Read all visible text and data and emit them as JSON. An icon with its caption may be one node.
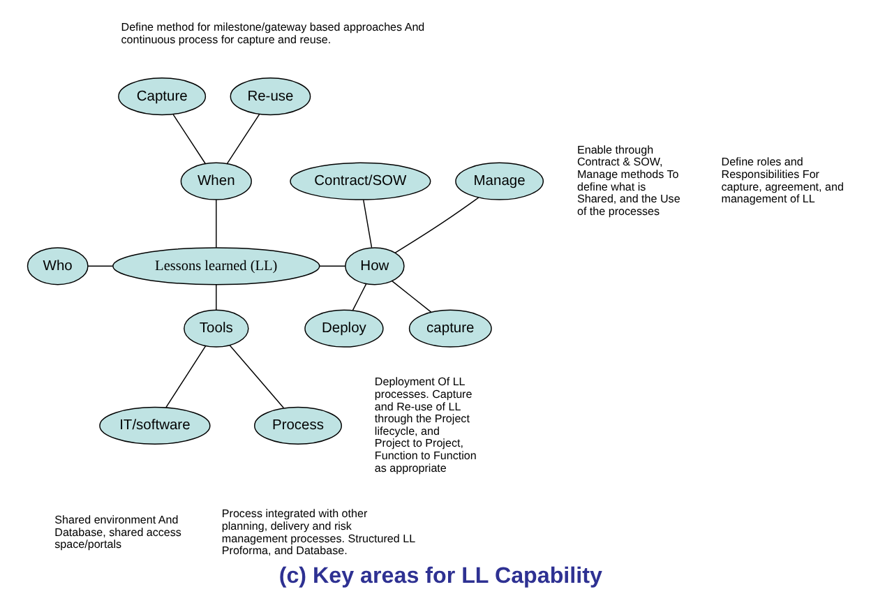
{
  "diagram": {
    "caption": "(c) Key areas for LL Capability",
    "nodes": [
      {
        "text": [
          "Capture"
        ]
      },
      {
        "text": [
          "Re-use"
        ]
      },
      {
        "text": [
          "When"
        ]
      },
      {
        "text": [
          "Contract/SOW"
        ]
      },
      {
        "text": [
          "Manage"
        ]
      },
      {
        "text": [
          "Who"
        ]
      },
      {
        "text": [
          "Lessons learned (LL)"
        ]
      },
      {
        "text": [
          "How"
        ]
      },
      {
        "text": [
          "Deploy"
        ]
      },
      {
        "text": [
          "Tools"
        ]
      },
      {
        "text": [
          "capture"
        ]
      },
      {
        "text": [
          "IT/software"
        ]
      },
      {
        "text": [
          "Process"
        ]
      }
    ],
    "edges": [
      {
        "from": 0,
        "to": 2,
        "arrow": "none"
      },
      {
        "from": 1,
        "to": 2,
        "arrow": "none"
      },
      {
        "from": 2,
        "to": 6,
        "arrow": "none"
      },
      {
        "from": 5,
        "to": 6,
        "arrow": "none"
      },
      {
        "from": 6,
        "to": 7,
        "arrow": "none"
      },
      {
        "from": 3,
        "to": 7,
        "arrow": "none"
      },
      {
        "from": 4,
        "to": 7,
        "arrow": "none"
      },
      {
        "from": 7,
        "to": 8,
        "arrow": "none"
      },
      {
        "from": 7,
        "to": 10,
        "arrow": "none"
      },
      {
        "from": 6,
        "to": 9,
        "arrow": "none"
      },
      {
        "from": 9,
        "to": 11,
        "arrow": "none"
      },
      {
        "from": 9,
        "to": 12,
        "arrow": "none"
      }
    ],
    "labels": [
      "Define method for milestone/gateway based approaches And continuous process for capture and reuse.",
      "Enable through Contract & SOW, Manage methods To define what is Shared, and the Use of the processes",
      "Define roles and Responsibilities For capture, agreement, and management of LL",
      "Deployment Of LL processes. Capture and Re-use of LL through the Project lifecycle, and Project to Project, Function to Function as appropriate",
      "Shared environment And Database, shared access space/portals",
      "Process integrated with other planning, delivery and risk management processes. Structured LL Proforma, and Database."
    ]
  }
}
